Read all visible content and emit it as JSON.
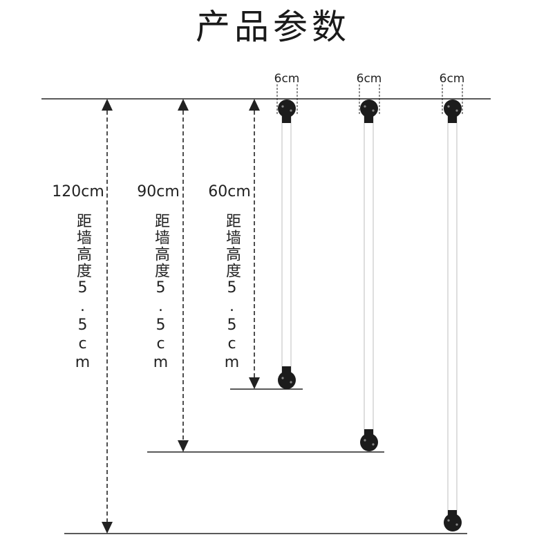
{
  "title": "产品参数",
  "rails": [
    {
      "length_label": "60cm",
      "wall_distance_label": "距墙高度5.5cm",
      "width_label": "6cm"
    },
    {
      "length_label": "90cm",
      "wall_distance_label": "距墙高度5.5cm",
      "width_label": "6cm"
    },
    {
      "length_label": "120cm",
      "wall_distance_label": "距墙高度5.5cm",
      "width_label": "6cm"
    }
  ],
  "colors": {
    "line": "#222222",
    "rail_fill": "#ffffff",
    "rail_edge": "#c8c8c8",
    "bracket": "#1c1c1c"
  }
}
